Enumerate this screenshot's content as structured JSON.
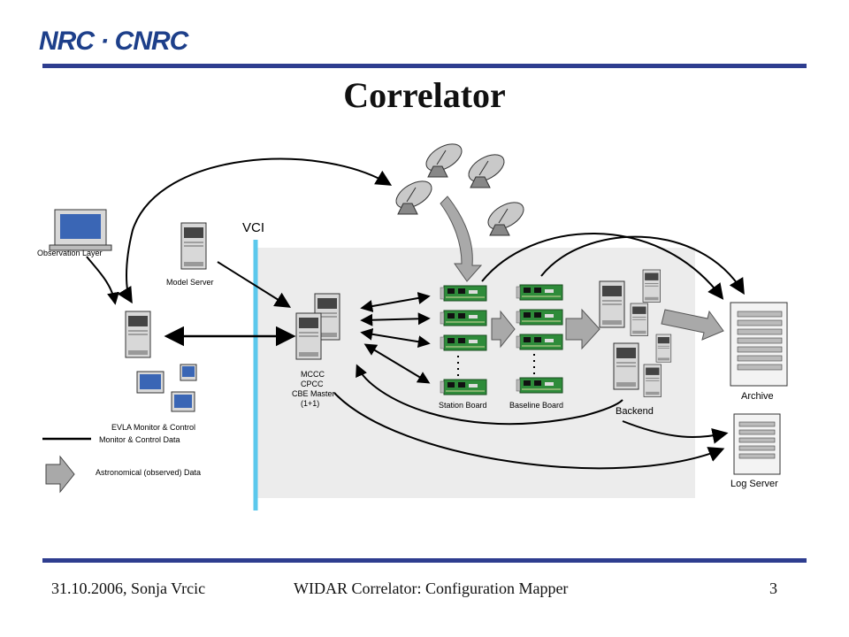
{
  "header": {
    "logo_text": "NRC · CNRC",
    "title": "Correlator"
  },
  "diagram": {
    "vci_label": "VCI",
    "observation_layer": "Observation Layer",
    "model_server": "Model Server",
    "mccc_lines": [
      "MCCC",
      "CPCC",
      "CBE Master",
      "(1+1)"
    ],
    "evla_label": "EVLA Monitor & Control",
    "station_board": "Station Board",
    "baseline_board": "Baseline Board",
    "backend": "Backend",
    "archive": "Archive",
    "log_server": "Log Server",
    "legend": {
      "control_data": "Monitor & Control Data",
      "astro_data": "Astronomical (observed) Data"
    }
  },
  "footer": {
    "date_author": "31.10.2006, Sonja Vrcic",
    "center": "WIDAR Correlator: Configuration Mapper",
    "page": "3"
  },
  "colors": {
    "rule": "#2e3d8f",
    "logo": "#1d3f8a",
    "vci_line": "#5bc8ec",
    "panel": "#ececec",
    "board": "#2e8b3a"
  }
}
